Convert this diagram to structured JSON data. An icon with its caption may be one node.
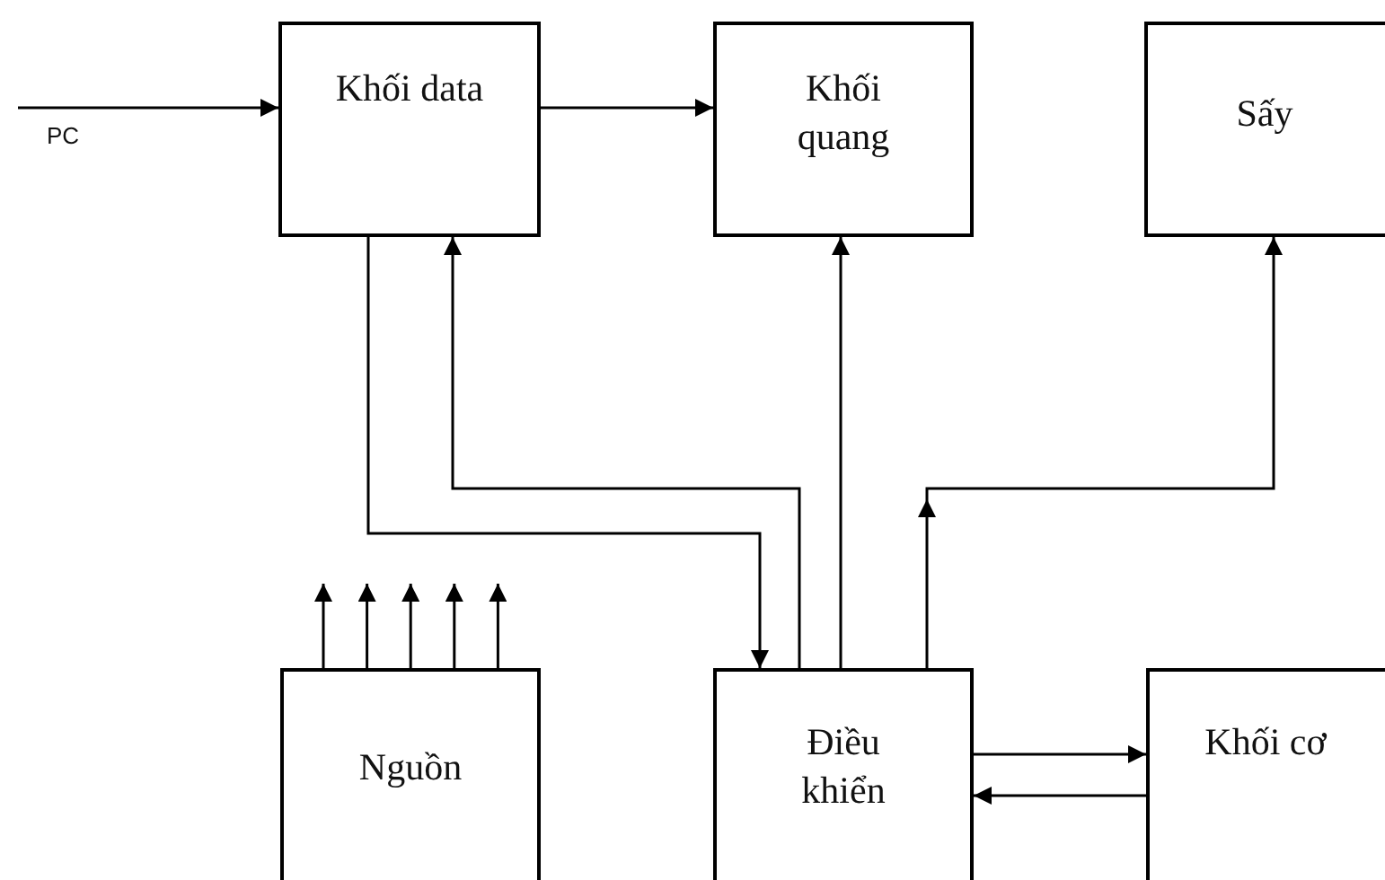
{
  "diagram": {
    "nodes": [
      {
        "text": [
          "Khối data"
        ]
      },
      {
        "text": [
          "Khối quang"
        ]
      },
      {
        "text": [
          "Sấy"
        ]
      },
      {
        "text": [
          "Nguồn"
        ]
      },
      {
        "text": [
          "Điều khiển"
        ]
      },
      {
        "text": [
          "Khối cơ"
        ]
      }
    ],
    "edges": [
      {
        "from": null,
        "to": 0,
        "arrow": "to",
        "label": "PC"
      },
      {
        "from": 0,
        "to": 1,
        "arrow": "to"
      },
      {
        "from": 0,
        "to": 4,
        "arrow": "to"
      },
      {
        "from": 4,
        "to": 0,
        "arrow": "to"
      },
      {
        "from": 4,
        "to": 1,
        "arrow": "to"
      },
      {
        "from": 4,
        "to": 2,
        "arrow": "to"
      },
      {
        "from": 4,
        "to": 5,
        "arrow": "to"
      },
      {
        "from": 5,
        "to": 4,
        "arrow": "to"
      },
      {
        "from": 3,
        "to": null,
        "arrow": "to"
      },
      {
        "from": 3,
        "to": null,
        "arrow": "to"
      },
      {
        "from": 3,
        "to": null,
        "arrow": "to"
      },
      {
        "from": 3,
        "to": null,
        "arrow": "to"
      },
      {
        "from": 3,
        "to": null,
        "arrow": "to"
      }
    ]
  }
}
